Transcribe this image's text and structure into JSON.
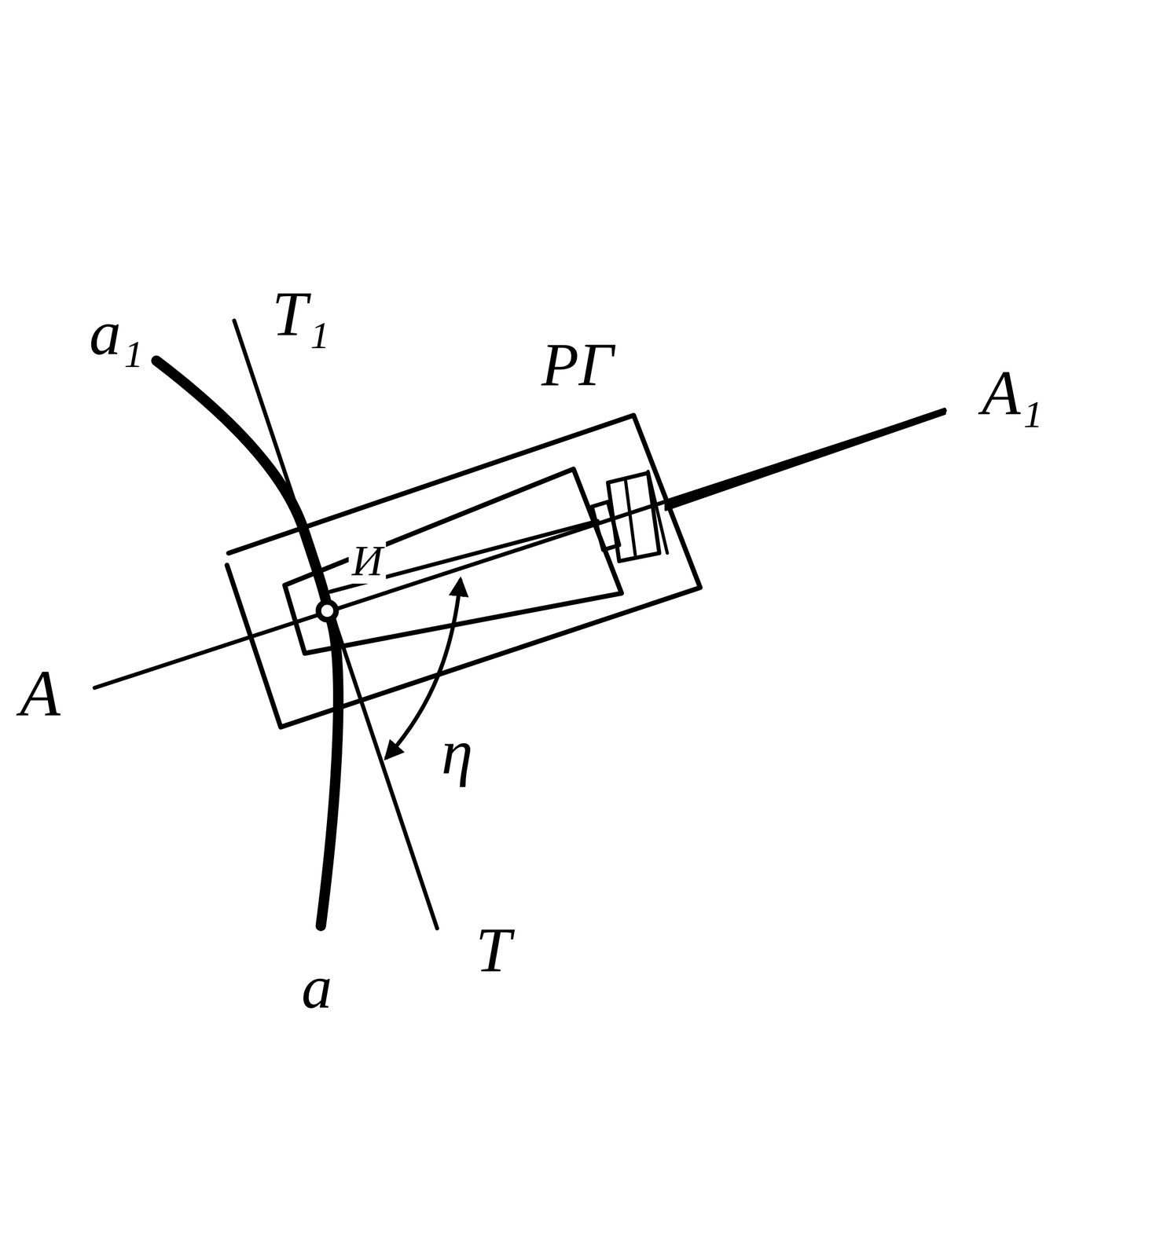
{
  "diagram": {
    "labels": [
      "a₁",
      "T₁",
      "РГ",
      "A₁",
      "A",
      "И",
      "η",
      "a",
      "T"
    ]
  }
}
